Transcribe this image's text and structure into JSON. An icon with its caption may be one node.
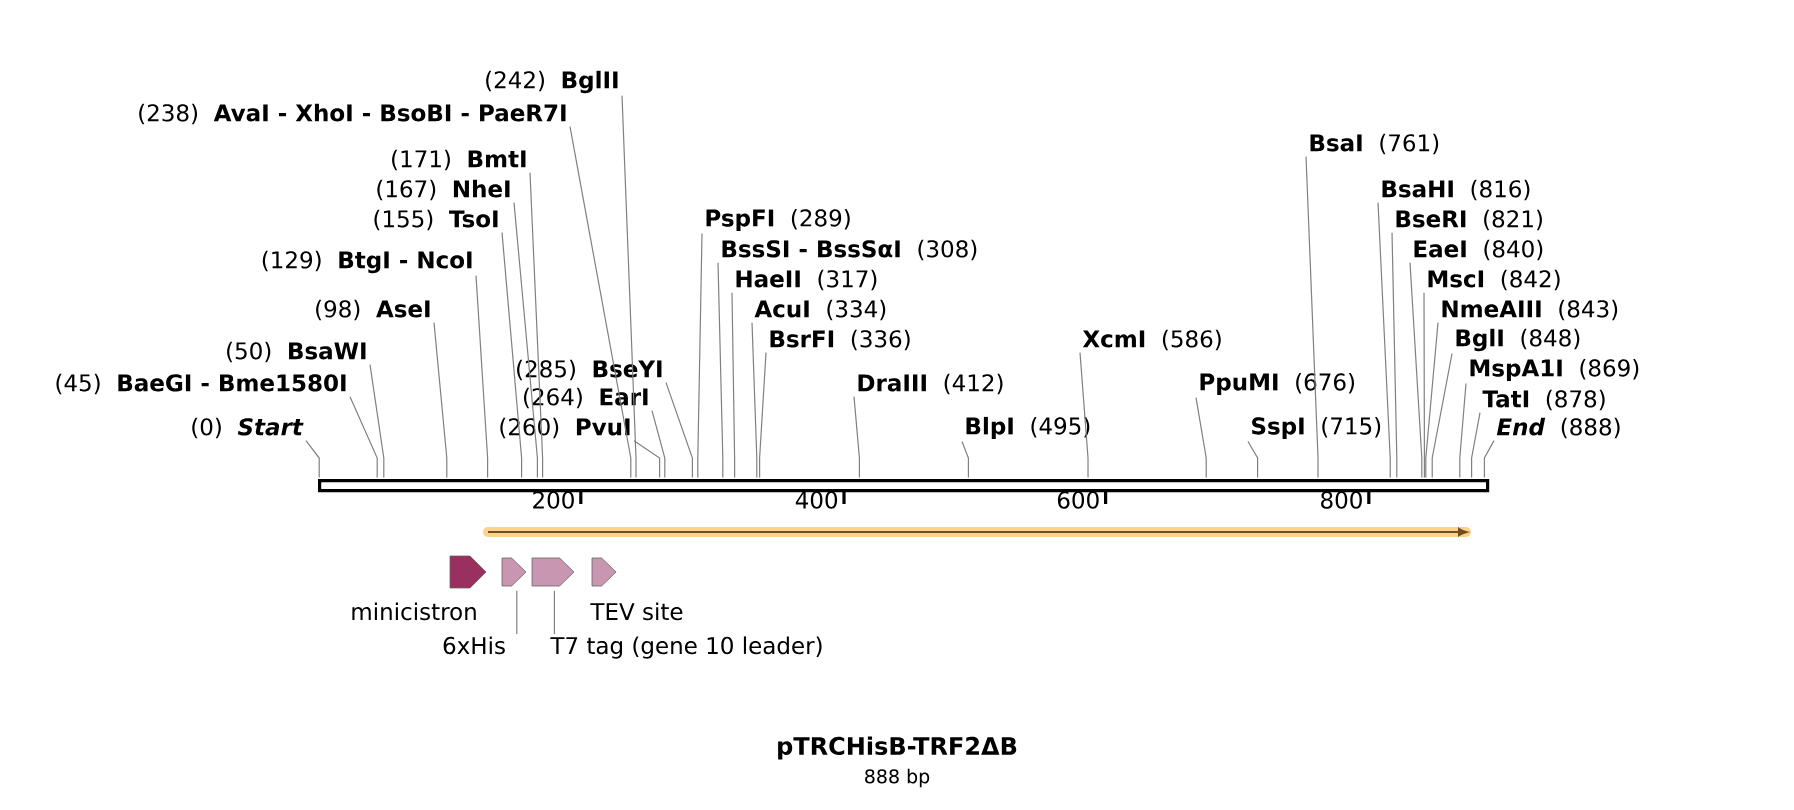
{
  "diagram": {
    "title": "pTRCHisB-TRF2ΔB",
    "caption": "888 bp",
    "nodes": [
      {
        "text": [
          "(242)",
          "BglII"
        ]
      },
      {
        "text": [
          "(238)",
          "AvaI - XhoI - BsoBI - PaeR7I"
        ]
      },
      {
        "text": [
          "(171)",
          "BmtI"
        ]
      },
      {
        "text": [
          "(167)",
          "NheI"
        ]
      },
      {
        "text": [
          "(155)",
          "TsoI"
        ]
      },
      {
        "text": [
          "(129)",
          "BtgI - NcoI"
        ]
      },
      {
        "text": [
          "(98)",
          "AseI"
        ]
      },
      {
        "text": [
          "(50)",
          "BsaWI"
        ]
      },
      {
        "text": [
          "(45)",
          "BaeGI - Bme1580I"
        ]
      },
      {
        "text": [
          "(0)",
          "*Start*"
        ]
      },
      {
        "text": [
          "(285)",
          "BseYI"
        ]
      },
      {
        "text": [
          "(264)",
          "EarI"
        ]
      },
      {
        "text": [
          "(260)",
          "PvuI"
        ]
      },
      {
        "text": [
          "PspFI",
          "(289)"
        ]
      },
      {
        "text": [
          "BssSI - BssSαI",
          "(308)"
        ]
      },
      {
        "text": [
          "HaeII",
          "(317)"
        ]
      },
      {
        "text": [
          "AcuI",
          "(334)"
        ]
      },
      {
        "text": [
          "BsrFI",
          "(336)"
        ]
      },
      {
        "text": [
          "DraIII",
          "(412)"
        ]
      },
      {
        "text": [
          "BlpI",
          "(495)"
        ]
      },
      {
        "text": [
          "XcmI",
          "(586)"
        ]
      },
      {
        "text": [
          "PpuMI",
          "(676)"
        ]
      },
      {
        "text": [
          "SspI",
          "(715)"
        ]
      },
      {
        "text": [
          "BsaI",
          "(761)"
        ]
      },
      {
        "text": [
          "BsaHI",
          "(816)"
        ]
      },
      {
        "text": [
          "BseRI",
          "(821)"
        ]
      },
      {
        "text": [
          "EaeI",
          "(840)"
        ]
      },
      {
        "text": [
          "MscI",
          "(842)"
        ]
      },
      {
        "text": [
          "NmeAIII",
          "(843)"
        ]
      },
      {
        "text": [
          "BglI",
          "(848)"
        ]
      },
      {
        "text": [
          "MspA1I",
          "(869)"
        ]
      },
      {
        "text": [
          "TatI",
          "(878)"
        ]
      },
      {
        "text": [
          "*End*",
          "(888)"
        ]
      },
      {
        "text": [],
        "shape": "bar"
      },
      {
        "text": [],
        "shape": "pentagon",
        "beside": [
          "minicistron"
        ]
      },
      {
        "text": [],
        "shape": "pentagon"
      },
      {
        "text": [],
        "shape": "pentagon"
      },
      {
        "text": [],
        "shape": "pentagon",
        "beside": [
          "TEV site"
        ]
      },
      {
        "text": [
          "6xHis"
        ]
      },
      {
        "text": [
          "T7 tag (gene 10 leader)"
        ]
      }
    ],
    "edges": [
      {
        "from": 0,
        "to": 33,
        "arrow": "none"
      },
      {
        "from": 1,
        "to": 33,
        "arrow": "none"
      },
      {
        "from": 2,
        "to": 33,
        "arrow": "none"
      },
      {
        "from": 3,
        "to": 33,
        "arrow": "none"
      },
      {
        "from": 4,
        "to": 33,
        "arrow": "none"
      },
      {
        "from": 5,
        "to": 33,
        "arrow": "none"
      },
      {
        "from": 6,
        "to": 33,
        "arrow": "none"
      },
      {
        "from": 7,
        "to": 33,
        "arrow": "none"
      },
      {
        "from": 8,
        "to": 33,
        "arrow": "none"
      },
      {
        "from": 9,
        "to": 33,
        "arrow": "none"
      },
      {
        "from": 10,
        "to": 33,
        "arrow": "none"
      },
      {
        "from": 11,
        "to": 33,
        "arrow": "none"
      },
      {
        "from": 12,
        "to": 33,
        "arrow": "none"
      },
      {
        "from": 13,
        "to": 33,
        "arrow": "none"
      },
      {
        "from": 14,
        "to": 33,
        "arrow": "none"
      },
      {
        "from": 15,
        "to": 33,
        "arrow": "none"
      },
      {
        "from": 16,
        "to": 33,
        "arrow": "none"
      },
      {
        "from": 17,
        "to": 33,
        "arrow": "none"
      },
      {
        "from": 18,
        "to": 33,
        "arrow": "none"
      },
      {
        "from": 19,
        "to": 33,
        "arrow": "none"
      },
      {
        "from": 20,
        "to": 33,
        "arrow": "none"
      },
      {
        "from": 21,
        "to": 33,
        "arrow": "none"
      },
      {
        "from": 22,
        "to": 33,
        "arrow": "none"
      },
      {
        "from": 23,
        "to": 33,
        "arrow": "none"
      },
      {
        "from": 24,
        "to": 33,
        "arrow": "none"
      },
      {
        "from": 25,
        "to": 33,
        "arrow": "none"
      },
      {
        "from": 26,
        "to": 33,
        "arrow": "none"
      },
      {
        "from": 27,
        "to": 33,
        "arrow": "none"
      },
      {
        "from": 28,
        "to": 33,
        "arrow": "none"
      },
      {
        "from": 29,
        "to": 33,
        "arrow": "none"
      },
      {
        "from": 30,
        "to": 33,
        "arrow": "none"
      },
      {
        "from": 31,
        "to": 33,
        "arrow": "none"
      },
      {
        "from": 32,
        "to": 33,
        "arrow": "none"
      },
      {
        "from": 38,
        "to": 35,
        "arrow": "none"
      },
      {
        "from": 39,
        "to": 36,
        "arrow": "none"
      }
    ],
    "labels": [
      "200",
      "400",
      "600",
      "800"
    ]
  }
}
